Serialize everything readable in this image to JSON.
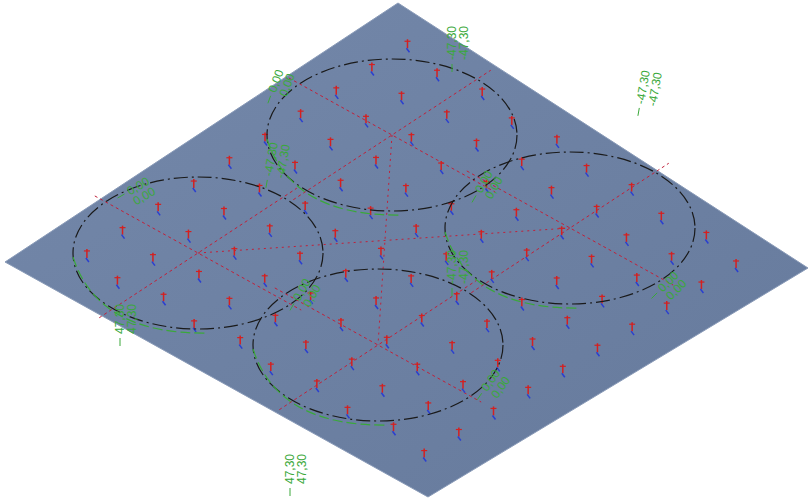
{
  "diagram": {
    "labels": [
      "-47,30",
      "-47,30",
      "0,00",
      "0,00",
      "-47,30",
      "-47,30",
      "-47,30",
      "-47,30",
      "0,00",
      "0,00",
      "0,00",
      "0,00",
      "-47,30",
      "-47,30",
      "0,00",
      "0,00",
      "0,00",
      "0,00",
      "47,30",
      "47,30",
      "0,00",
      "0,00",
      "47,30",
      "47,30"
    ]
  }
}
